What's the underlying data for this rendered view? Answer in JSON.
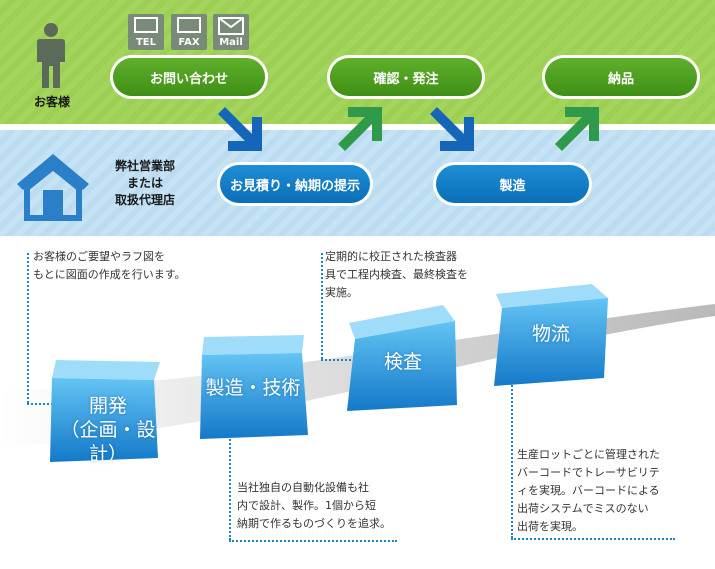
{
  "customer": {
    "label": "お客様",
    "contacts": [
      {
        "label": "TEL",
        "icon": "phone-icon"
      },
      {
        "label": "FAX",
        "icon": "fax-icon"
      },
      {
        "label": "Mail",
        "icon": "mail-icon"
      }
    ],
    "steps": [
      "お問い合わせ",
      "確認・発注",
      "納品"
    ]
  },
  "company": {
    "label_lines": [
      "弊社営業部",
      "または",
      "取扱代理店"
    ],
    "steps": [
      "お見積り・納期の提示",
      "製造"
    ]
  },
  "process": [
    {
      "title": "開発\n（企画・設計）",
      "description": "お客様のご要望やラフ図を\nもとに図面の作成を行います。"
    },
    {
      "title": "製造・技術",
      "description": "当社独自の自動化設備も社\n内で設計、製作。1個から短\n納期で作るものづくりを追求。"
    },
    {
      "title": "検査",
      "description": "定期的に校正された検査器\n具で工程内検査、最終検査を\n実施。"
    },
    {
      "title": "物流",
      "description": "生産ロットごとに管理された\nバーコードでトレーサビリテ\nィを実現。バーコードによる\n出荷システムでミスのない\n出荷を実現。"
    }
  ],
  "colors": {
    "customer_band": "#a3d55c",
    "company_band": "#c6e3f5",
    "green_step": "#4aa21f",
    "blue_step": "#0f7cc6",
    "arrow_down": "#1565b8",
    "arrow_up": "#2e9a4a",
    "cube": "#1e9be0",
    "dotted_line": "#1b84c9"
  }
}
